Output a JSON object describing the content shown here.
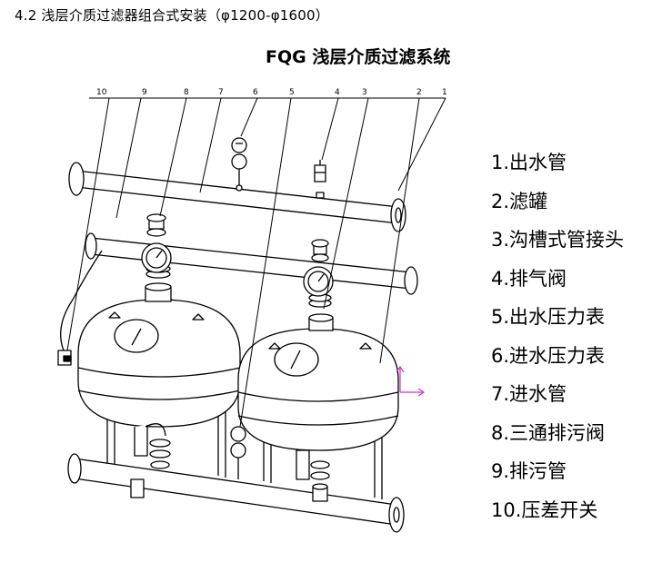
{
  "heading": "4.2  浅层介质过滤器组合式安装（φ1200-φ1600）",
  "title": "FQG 浅层介质过滤系统",
  "callouts": [
    "10",
    "9",
    "8",
    "7",
    "6",
    "5",
    "4",
    "3",
    "2",
    "1"
  ],
  "legend": [
    "1.出水管",
    "2.滤罐",
    "3.沟槽式管接头",
    "4.排气阀",
    "5.出水压力表",
    "6.进水压力表",
    "7.进水管",
    "8.三通排污阀",
    "9.排污管",
    "10.压差开关"
  ],
  "colors": {
    "line": "#000000",
    "axis_arrow": "#cc33cc"
  }
}
